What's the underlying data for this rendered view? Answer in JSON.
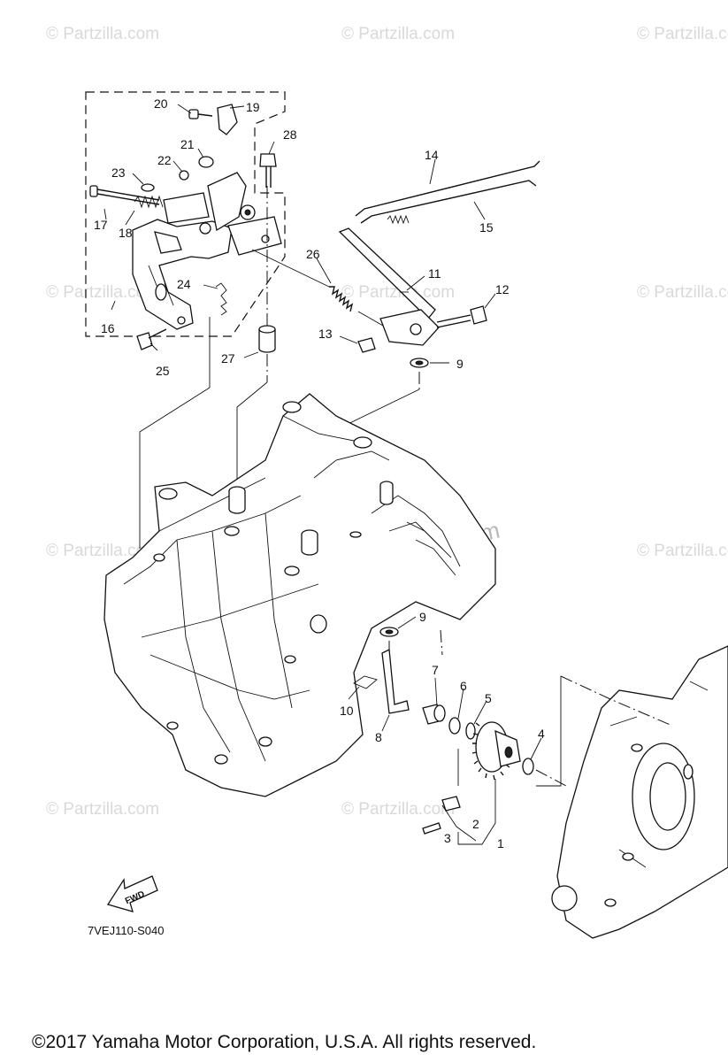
{
  "watermark_text": "© Partzilla.com",
  "diagram_code": "7VEJ110-S040",
  "fwd_label": "FWD",
  "copyright": "©2017  Yamaha Motor Corporation, U.S.A. All rights reserved.",
  "callouts": {
    "c1": "1",
    "c2": "2",
    "c3": "3",
    "c4": "4",
    "c5": "5",
    "c6": "6",
    "c7": "7",
    "c8": "8",
    "c9a": "9",
    "c9b": "9",
    "c10": "10",
    "c11": "11",
    "c12": "12",
    "c13": "13",
    "c14": "14",
    "c15": "15",
    "c16": "16",
    "c17": "17",
    "c18": "18",
    "c19": "19",
    "c20": "20",
    "c21": "21",
    "c22": "22",
    "c23": "23",
    "c24": "24",
    "c25": "25",
    "c26": "26",
    "c27": "27",
    "c28": "28"
  },
  "icons": {
    "fwd_arrow": "fwd-arrow-icon",
    "crankcase": "crankcase-icon",
    "governor_gear": "governor-gear-icon",
    "cover": "crankcase-cover-icon"
  }
}
